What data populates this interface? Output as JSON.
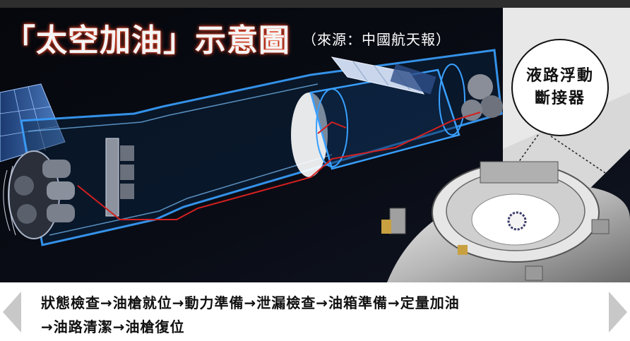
{
  "title": "「太空加油」示意圖",
  "source": "（來源：中國航天報）",
  "callout": {
    "line1": "液路浮動",
    "line2": "斷接器"
  },
  "process": {
    "line1": "狀態檢查→油槍就位→動力準備→泄漏檢查→油箱準備→定量加油",
    "line2": "→油路清潔→油槍復位"
  },
  "colors": {
    "accent": "#e03a22",
    "pipe_glow": "#2f8fe8",
    "fuel_line": "#d42020"
  }
}
